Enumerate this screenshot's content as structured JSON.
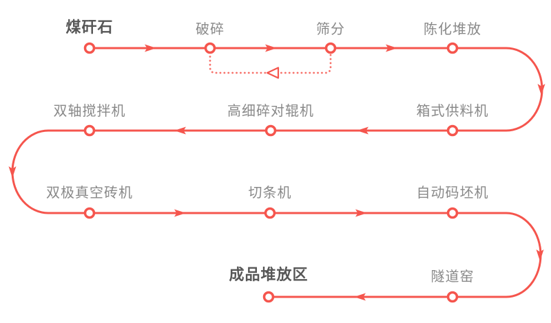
{
  "diagram": {
    "type": "process-flow",
    "accent_color": "#f5554d",
    "node_fill": "#ffffff",
    "label_color": "#898989",
    "terminal_label_color": "#575757",
    "stages": [
      {
        "label": "煤矸石",
        "emphasis": true
      },
      {
        "label": "破碎",
        "emphasis": false
      },
      {
        "label": "筛分",
        "emphasis": false
      },
      {
        "label": "陈化堆放",
        "emphasis": false
      },
      {
        "label": "箱式供料机",
        "emphasis": false
      },
      {
        "label": "高细碎对辊机",
        "emphasis": false
      },
      {
        "label": "双轴搅拌机",
        "emphasis": false
      },
      {
        "label": "双极真空砖机",
        "emphasis": false
      },
      {
        "label": "切条机",
        "emphasis": false
      },
      {
        "label": "自动码坯机",
        "emphasis": false
      },
      {
        "label": "隧道窑",
        "emphasis": false
      },
      {
        "label": "成品堆放区",
        "emphasis": true
      }
    ],
    "feedback": {
      "from": "筛分",
      "to": "破碎",
      "style": "dotted"
    }
  }
}
